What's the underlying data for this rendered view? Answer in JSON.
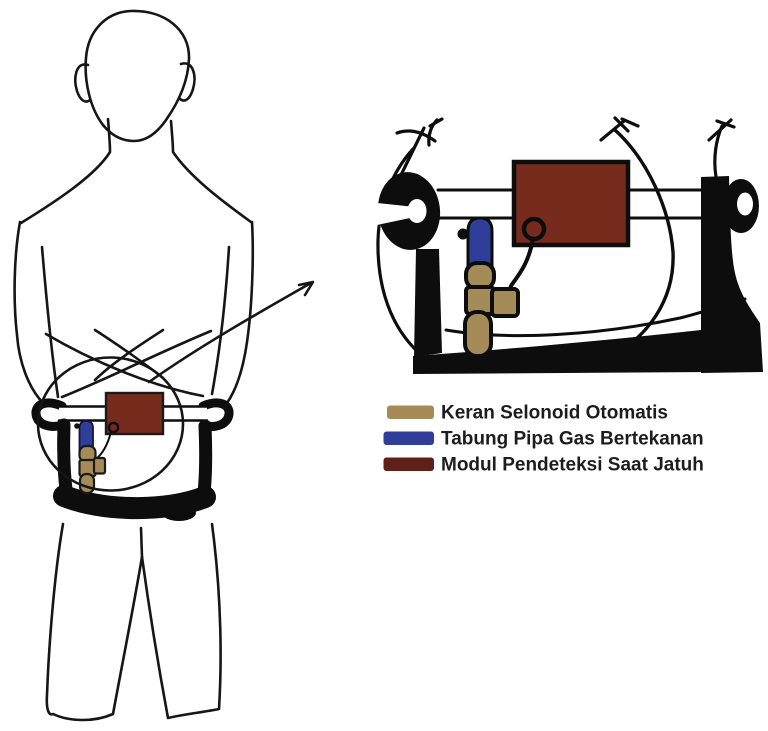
{
  "legend": {
    "items": [
      {
        "id": "valve",
        "label": "Keran Selonoid Otomatis",
        "color": "#a48b58"
      },
      {
        "id": "gas_tube",
        "label": "Tabung Pipa Gas Bertekanan",
        "color": "#2f3e99"
      },
      {
        "id": "fall_module",
        "label": "Modul Pendeteksi Saat Jatuh",
        "color": "#5e2019"
      }
    ]
  },
  "colors": {
    "valve": "#a48b58",
    "gas_tube": "#2f3e99",
    "module": "#772b1d",
    "outline": "#0d0d0d"
  }
}
